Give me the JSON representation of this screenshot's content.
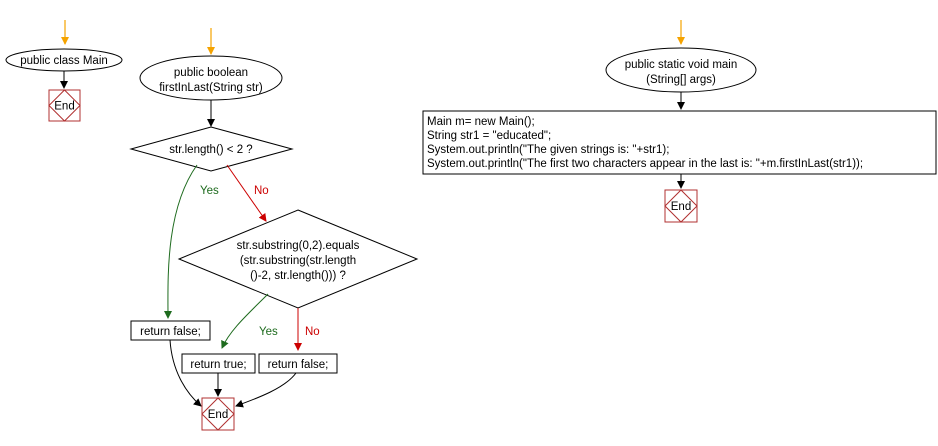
{
  "diagram": {
    "colors": {
      "entry_arrow": "#f5a300",
      "yes_branch": "#1e6b1e",
      "no_branch": "#cc0000",
      "end_border": "#b03030",
      "line": "#000000"
    },
    "class_decl": {
      "title": "public class Main",
      "end": "End"
    },
    "method_first": {
      "title_line1": "public boolean",
      "title_line2": "firstInLast(String str)",
      "decision1": "str.length() < 2 ?",
      "decision1_yes": "Yes",
      "decision1_no": "No",
      "return_false_1": "return false;",
      "decision2_line1": "str.substring(0,2).equals",
      "decision2_line2": "(str.substring(str.length",
      "decision2_line3": "()-2, str.length())) ?",
      "decision2_yes": "Yes",
      "decision2_no": "No",
      "return_true": "return true;",
      "return_false_2": "return false;",
      "end": "End"
    },
    "method_main": {
      "title_line1": "public static void main",
      "title_line2": "(String[] args)",
      "code": [
        "Main m= new Main();",
        "String str1 = \"educated\";",
        "System.out.println(\"The given strings is: \"+str1);",
        "System.out.println(\"The first two characters appear in the last is: \"+m.firstInLast(str1));"
      ],
      "end": "End"
    }
  }
}
